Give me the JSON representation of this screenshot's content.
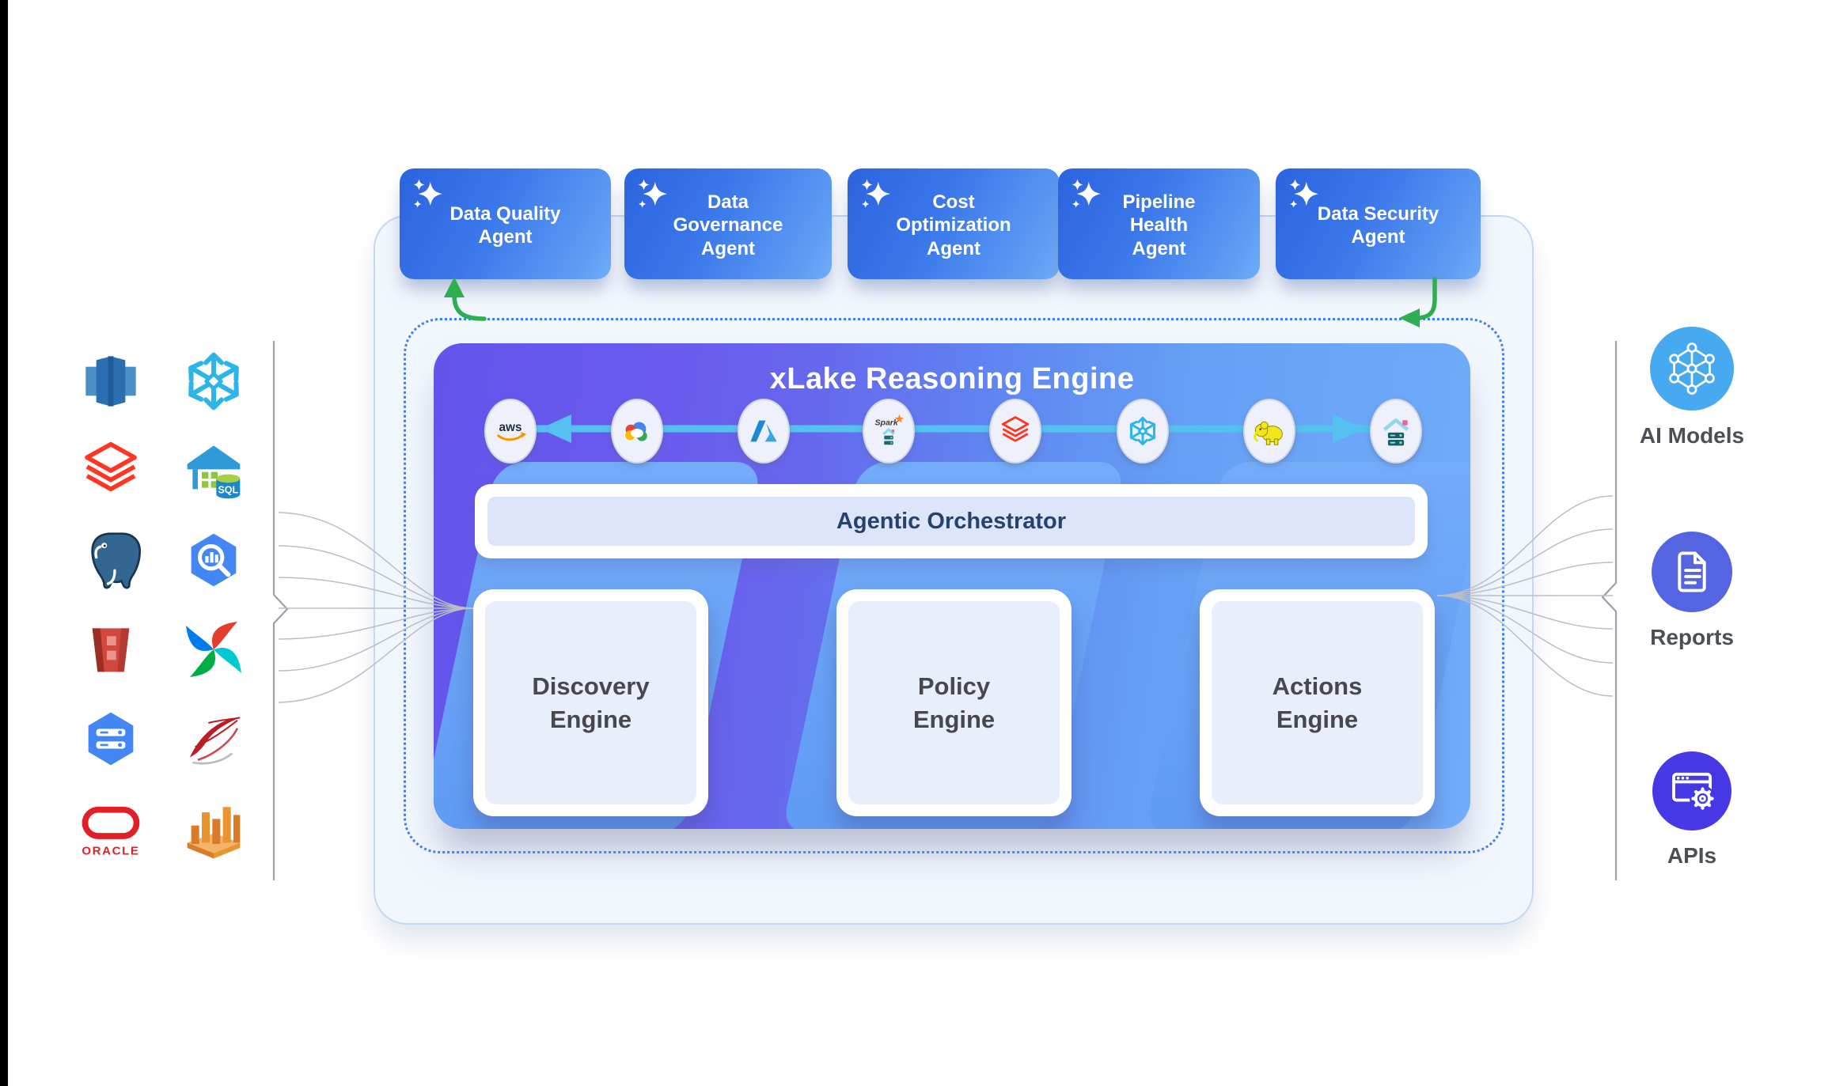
{
  "diagram": {
    "agents": [
      {
        "label": "Data Quality\nAgent"
      },
      {
        "label": "Data\nGovernance\nAgent"
      },
      {
        "label": "Cost\nOptimization\nAgent"
      },
      {
        "label": "Pipeline\nHealth\nAgent"
      },
      {
        "label": "Data Security\nAgent"
      }
    ],
    "engine": {
      "title": "xLake Reasoning Engine",
      "orchestrator": "Agentic Orchestrator",
      "sub_engines": [
        {
          "label": "Discovery\nEngine"
        },
        {
          "label": "Policy\nEngine"
        },
        {
          "label": "Actions\nEngine"
        }
      ],
      "platform_icons": [
        "aws",
        "google-cloud",
        "azure",
        "spark",
        "databricks",
        "snowflake",
        "hadoop",
        "lakehouse"
      ],
      "wordmarks": {
        "aws": "aws",
        "spark": "Spark"
      }
    },
    "sources": {
      "icons": [
        "amazon-redshift",
        "snowflake",
        "databricks",
        "azure-synapse-sql",
        "postgresql",
        "google-bigquery",
        "amazon-s3",
        "apache-airflow",
        "google-cloud-storage",
        "microsoft-sql-server",
        "oracle",
        "amazon-emr"
      ],
      "oracle_wordmark": "ORACLE",
      "sql_wordmark": "SQL"
    },
    "outputs": [
      {
        "label": "AI Models",
        "color": "#47a9ef",
        "icon": "neural-network-icon"
      },
      {
        "label": "Reports",
        "color": "#5565e2",
        "icon": "document-icon"
      },
      {
        "label": "APIs",
        "color": "#4738e5",
        "icon": "browser-gear-icon"
      }
    ],
    "colors": {
      "agent_gradient_start": "#2c63de",
      "agent_gradient_end": "#72adf8",
      "engine_purple": "#6354ec",
      "engine_light_blue": "#71acf9",
      "dashed_border": "#3f7df2",
      "flow_arrow": "#55c1f0",
      "green_arrow": "#2fae4f",
      "panel_border": "#c5d7f2",
      "panel_fill": "#f2f6fd"
    }
  }
}
